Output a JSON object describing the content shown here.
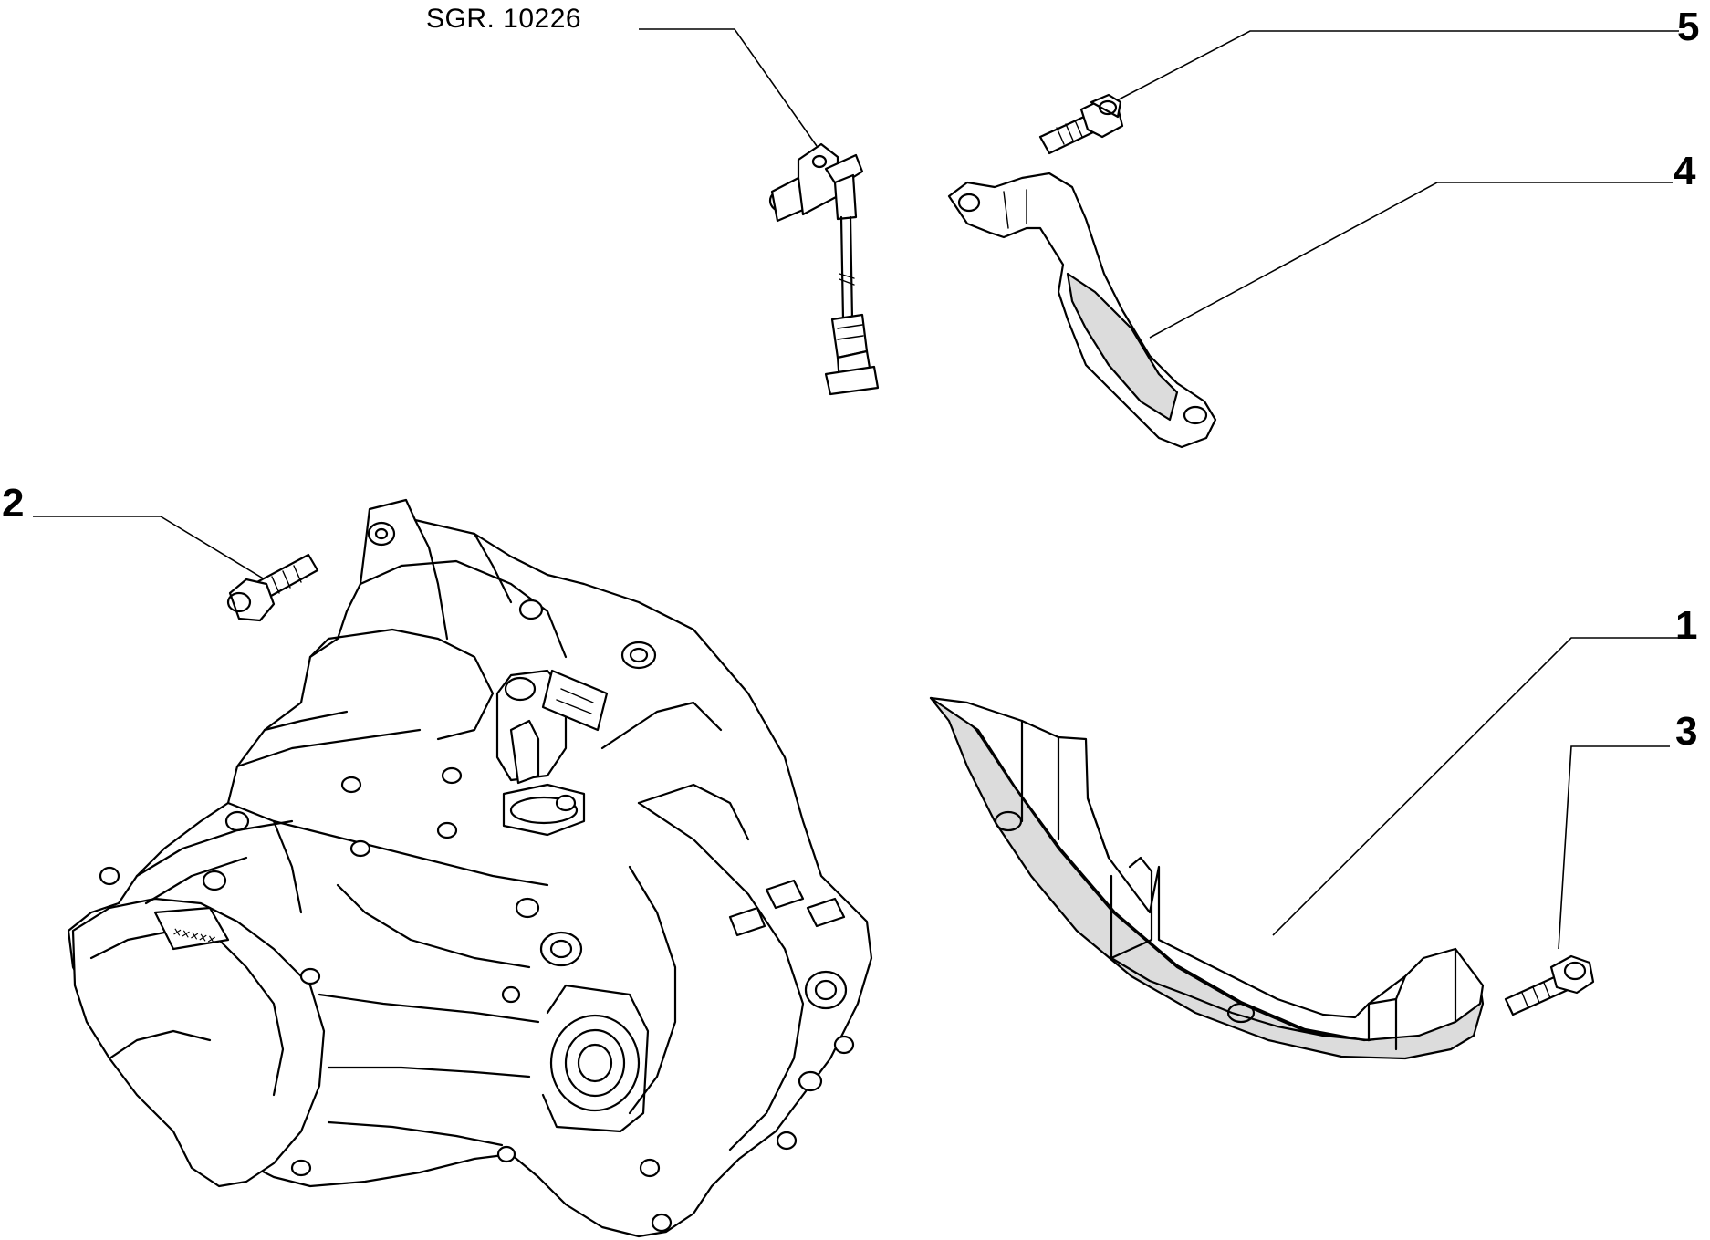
{
  "diagram": {
    "sensor_reference": "SGR. 10226",
    "callouts": {
      "1": "1",
      "2": "2",
      "3": "3",
      "4": "4",
      "5": "5"
    }
  }
}
